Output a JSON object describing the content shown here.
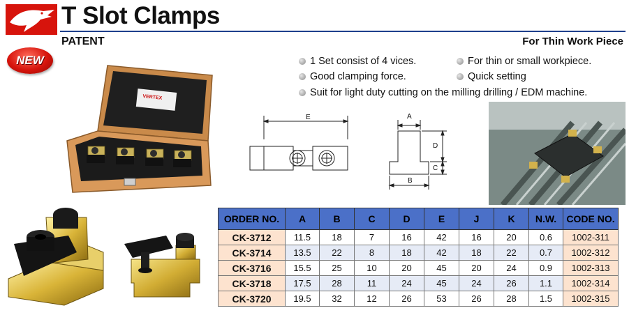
{
  "header": {
    "title": "T Slot Clamps",
    "patent": "PATENT",
    "subtitle": "For Thin Work Piece",
    "badge": "NEW"
  },
  "features": [
    "1 Set consist of 4 vices.",
    "For thin or small workpiece.",
    "Good clamping force.",
    "Quick setting",
    "Suit for light duty cutting on the milling drilling / EDM machine."
  ],
  "drawing_labels": {
    "e": "E",
    "a": "A",
    "d": "D",
    "c": "C",
    "b": "B"
  },
  "box_label": "VERTEX",
  "table": {
    "columns": [
      "ORDER NO.",
      "A",
      "B",
      "C",
      "D",
      "E",
      "J",
      "K",
      "N.W.",
      "CODE NO."
    ],
    "rows": [
      [
        "CK-3712",
        "11.5",
        "18",
        "7",
        "16",
        "42",
        "16",
        "20",
        "0.6",
        "1002-311"
      ],
      [
        "CK-3714",
        "13.5",
        "22",
        "8",
        "18",
        "42",
        "18",
        "22",
        "0.7",
        "1002-312"
      ],
      [
        "CK-3716",
        "15.5",
        "25",
        "10",
        "20",
        "45",
        "20",
        "24",
        "0.9",
        "1002-313"
      ],
      [
        "CK-3718",
        "17.5",
        "28",
        "11",
        "24",
        "45",
        "24",
        "26",
        "1.1",
        "1002-314"
      ],
      [
        "CK-3720",
        "19.5",
        "32",
        "12",
        "26",
        "53",
        "26",
        "28",
        "1.5",
        "1002-315"
      ]
    ]
  },
  "colors": {
    "brand_red": "#d7140c",
    "header_blue": "#4b70c8",
    "order_cell": "#fde3cf",
    "rule_blue": "#1e3f8c"
  }
}
